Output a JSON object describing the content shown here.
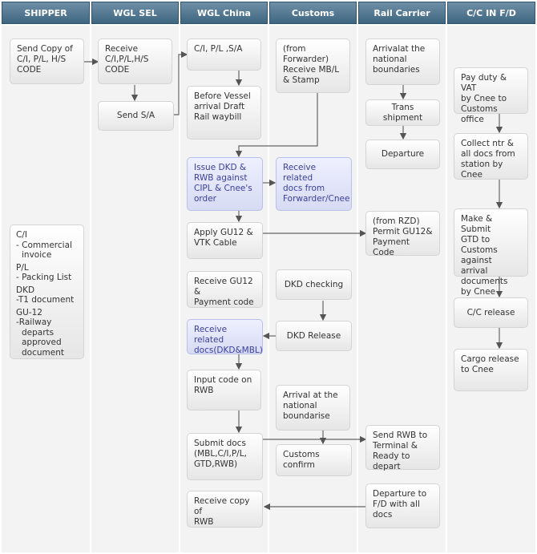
{
  "lanes": [
    "SHIPPER",
    "WGL SEL",
    "WGL China",
    "Customs",
    "Rail Carrier",
    "C/C IN F/D"
  ],
  "boxes": {
    "shipper_send_copy": "Send Copy of\nC/I, P/L, H/S\nCODE",
    "sel_receive": "Receive\nC/I,P/L,H/S\nCODE",
    "sel_send_sa": "Send S/A",
    "china_ci_pl_sa": "C/I, P/L ,S/A",
    "china_before_vessel": "Before Vessel\narrival Draft\nRail waybill",
    "china_issue_dkd": "Issue DKD &\nRWB against\nCIPL & Cnee's\norder",
    "china_apply_gu12": "Apply GU12 &\nVTK Cable",
    "china_receive_gu12": "Receive GU12 &\nPayment code",
    "china_receive_related": "Receive related\ndocs(DKD&MBL)",
    "china_input_code": "Input code on\nRWB",
    "china_submit_docs": "Submit docs\n(MBL,C/I,P/L,\nGTD,RWB)",
    "china_receive_copy": "Receive copy of\nRWB",
    "customs_from_forwarder": "(from\nForwarder)\nReceive MB/L\n& Stamp",
    "customs_receive_related": "Receive related\ndocs from\nForwarder/Cnee",
    "customs_dkd_checking": "DKD checking",
    "customs_dkd_release": "DKD Release",
    "customs_arrival": "Arrival at the\nnational\nboundarise",
    "customs_confirm": "Customs\nconfirm",
    "rail_arrival": "Arrivalat the\nnational\nboundaries",
    "rail_trans": "Trans shipment",
    "rail_departure": "Departure",
    "rail_permit": "(from RZD)\nPermit GU12&\nPayment Code",
    "rail_send_rwb": "Send RWB to\nTerminal &\nReady to depart",
    "rail_departure_fd": "Departure to\nF/D with all\ndocs",
    "cc_pay_duty": "Pay duty & VAT\nby Cnee to\nCustoms office",
    "cc_collect": "Collect ntr &\nall docs from\nstation by Cnee",
    "cc_make_submit": "Make & Submit\nGTD to Customs\nagainst arrival\ndocuments\nby Cnee",
    "cc_release": "C/C release",
    "cc_cargo_release": "Cargo release\nto Cnee"
  },
  "legend": [
    {
      "term": "C/I",
      "desc": [
        "- Commercial",
        "invoice"
      ]
    },
    {
      "term": "P/L",
      "desc": [
        "- Packing List"
      ]
    },
    {
      "term": "DKD",
      "desc": [
        "-T1 document"
      ]
    },
    {
      "term": "GU-12",
      "desc": [
        "-Railway",
        "departs",
        "approved",
        "document"
      ]
    }
  ]
}
